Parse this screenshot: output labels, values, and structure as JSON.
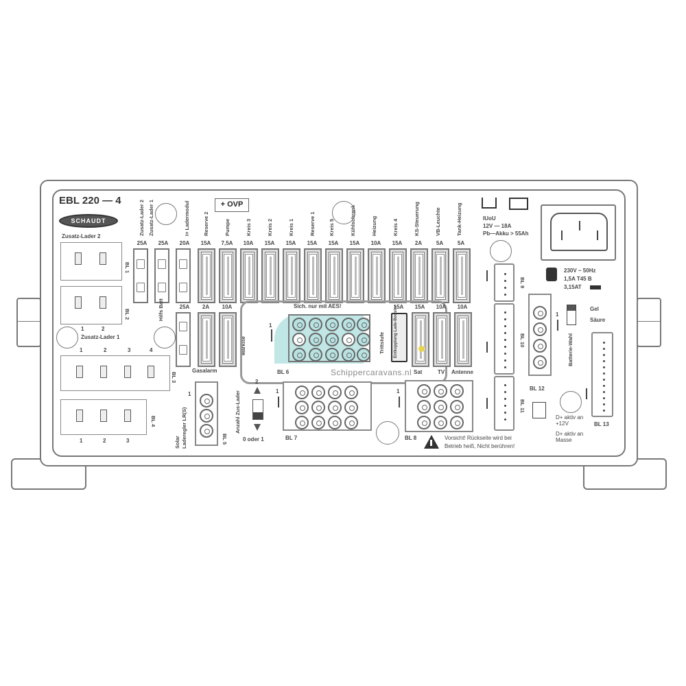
{
  "device": {
    "model": "EBL 220 — 4",
    "brand_logo": "SCHAUDT",
    "ovp_badge": "+ OVP"
  },
  "left_sockets": {
    "top_label": "Zusatz-Lader 2",
    "mid_label": "Zusatz-Lader 1",
    "bl1": "BL 1",
    "bl2": "BL 2",
    "bl3": "BL 3",
    "bl4": "BL 4",
    "bl3_pins": [
      "1",
      "2",
      "3",
      "4"
    ],
    "bl4_pins": [
      "1",
      "2",
      "3"
    ],
    "zl1_pins": [
      "1",
      "2"
    ]
  },
  "fuse_row_top": [
    {
      "label": "Zusatz-Lader 2",
      "rating": "25A"
    },
    {
      "label": "Zusatz-Lader 1",
      "rating": "25A"
    },
    {
      "label": "I+ Ladermodul",
      "rating": "20A"
    },
    {
      "label": "Reserve 2",
      "rating": "15A"
    },
    {
      "label": "Pumpe",
      "rating": "7,5A"
    },
    {
      "label": "Kreis 3",
      "rating": "10A"
    },
    {
      "label": "Kreis 2",
      "rating": "15A"
    },
    {
      "label": "Kreis 1",
      "rating": "15A"
    },
    {
      "label": "Reserve 1",
      "rating": "15A"
    },
    {
      "label": "Kreis 5",
      "rating": "15A"
    },
    {
      "label": "Kühlschrank",
      "rating": "15A"
    },
    {
      "label": "Heizung",
      "rating": "10A"
    },
    {
      "label": "Kreis 4",
      "rating": "15A"
    },
    {
      "label": "KS-Steuerung",
      "rating": "2A"
    },
    {
      "label": "VB-Leuchte",
      "rating": "5A"
    },
    {
      "label": "Tank-Heizung",
      "rating": "5A"
    }
  ],
  "fuse_row_bottom": [
    {
      "label": "",
      "rating": "25A"
    },
    {
      "label": "Gasalarm",
      "rating": "2A"
    },
    {
      "label": "Markise",
      "rating": "10A"
    },
    {
      "label": "Trittstufe",
      "rating": "15A"
    },
    {
      "label": "Sat",
      "rating": "15A"
    },
    {
      "label": "TV",
      "rating": "10A"
    },
    {
      "label": "Antenne",
      "rating": "10A"
    }
  ],
  "misc_labels": {
    "hilfe_batt": "Hilfs Batt",
    "sich_note": "Sich. nur mit AES!",
    "trittstufe_note": "Entkopplung Lade-Booster",
    "bl5": "BL 5",
    "bl6": "BL 6",
    "bl7": "BL 7",
    "bl8": "BL 8",
    "bl9": "BL 9",
    "bl10": "BL 10",
    "bl11": "BL 11",
    "bl12": "BL 12",
    "bl13": "BL 13",
    "laderegler": "Laderegler LR(S)",
    "solar": "Solar",
    "anzahl": "Anzahl Zus-Lader",
    "switch_top": "2",
    "switch_bottom": "0 oder 1",
    "pin_one": "1"
  },
  "right_panel": {
    "icon_labels": [
      "house-plug-icon",
      "manual-icon"
    ],
    "iuou": "IUoU",
    "spec1": "12V — 18A",
    "spec2": "Pb—Akku > 55Ah",
    "mains": "230V ~ 50Hz",
    "current": "1,5A     T45 B",
    "fuse_spec": "3,15AT",
    "batt_gel": "Gel",
    "batt_saure": "Säure",
    "batt_wahl": "Batterie-Wahl",
    "d_active_12v": "D+ aktiv an +12V",
    "d_active_masse": "D+ aktiv an Masse"
  },
  "warning": {
    "line1": "Vorsicht! Rückseite wird bei",
    "line2": "Betrieb heiß, Nicht berühren!"
  },
  "watermark": "Schippercaravans.nl",
  "colors": {
    "line": "#777777",
    "watermark_teal": "#b9e3e2",
    "watermark_gray": "#8a8a8a"
  }
}
